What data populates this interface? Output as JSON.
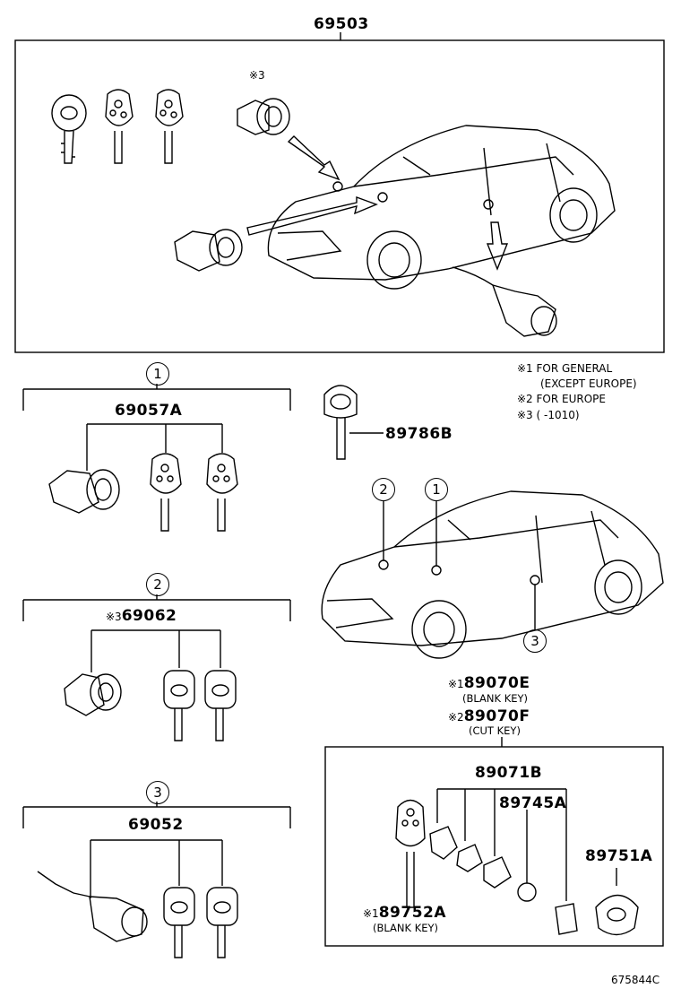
{
  "parts": {
    "main_assembly": "69503",
    "set1": "69057A",
    "set2_prefix": "※3",
    "set2": "69062",
    "set3": "69052",
    "key_89786": "89786B",
    "key_89070e_prefix": "※1",
    "key_89070e": "89070E",
    "key_89070e_sub": "(BLANK KEY)",
    "key_89070f_prefix": "※2",
    "key_89070f": "89070F",
    "key_89070f_sub": "(CUT KEY)",
    "cover_89071": "89071B",
    "battery_89745": "89745A",
    "case_89751": "89751A",
    "key_89752_prefix": "※1",
    "key_89752": "89752A",
    "key_89752_sub": "(BLANK KEY)"
  },
  "notes": {
    "small_mark": "※3",
    "n1_line1": "※1 FOR GENERAL",
    "n1_line2": "(EXCEPT EUROPE)",
    "n2": "※2 FOR EUROPE",
    "n3": "※3 (       -1010)"
  },
  "callouts": {
    "c1": "1",
    "c2": "2",
    "c3": "3"
  },
  "illustration_code": "675844C"
}
